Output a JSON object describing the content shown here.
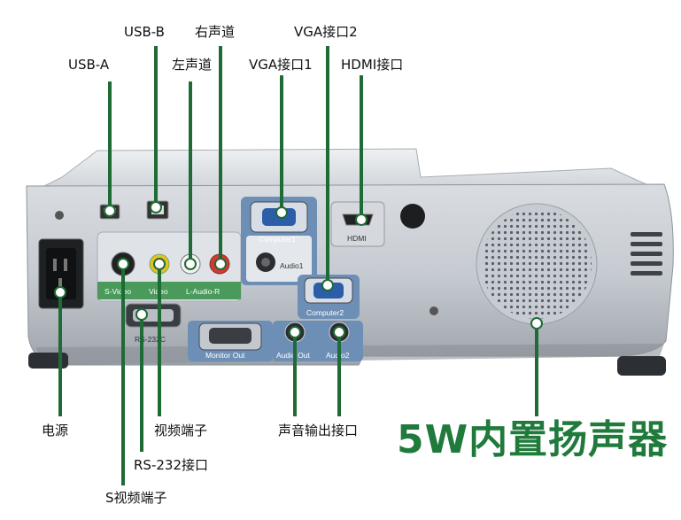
{
  "labels": {
    "usb_a": "USB-A",
    "usb_b": "USB-B",
    "left_audio": "左声道",
    "right_audio": "右声道",
    "vga1": "VGA接口1",
    "vga2": "VGA接口2",
    "hdmi": "HDMI接口",
    "power": "电源",
    "video_port": "视频端子",
    "rs232": "RS-232接口",
    "svideo": "S视频端子",
    "audio_out": "声音输出接口",
    "speaker": "5W内置扬声器"
  },
  "panel_text": {
    "s_video": "S-Video",
    "video": "Video",
    "l_audio_r": "L-Audio-R",
    "computer1": "Computer1",
    "audio1": "Audio1",
    "hdmi": "HDMI",
    "computer2": "Computer2",
    "rs232c": "RS-232C",
    "monitor_out": "Monitor Out",
    "audio_out": "Audio Out",
    "audio2": "Audio2"
  },
  "colors": {
    "leader_line": "#1f6b35",
    "accent_green": "#1f7a3c",
    "panel_blue": "#6e8fb5",
    "panel_green": "#4a9a5c"
  }
}
